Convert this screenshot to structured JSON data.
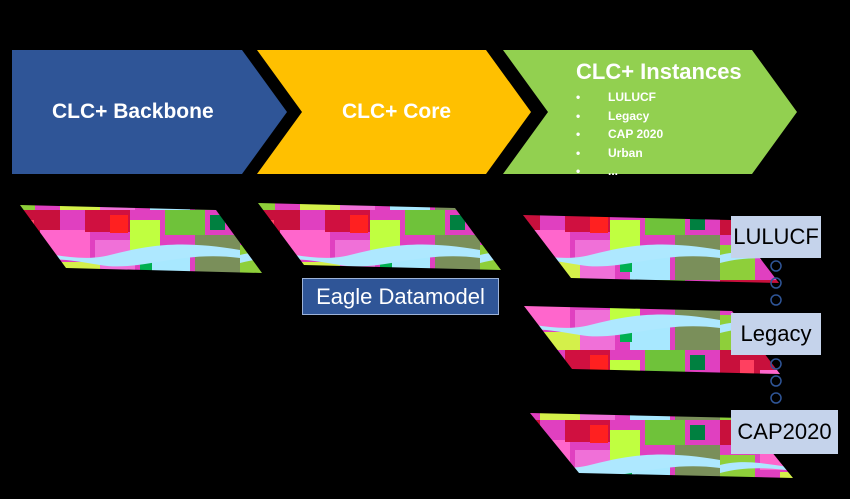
{
  "chevrons": {
    "backbone": {
      "label": "CLC+ Backbone",
      "color": "#2f5597"
    },
    "core": {
      "label": "CLC+ Core",
      "color": "#ffc000"
    },
    "instances": {
      "label": "CLC+ Instances",
      "color": "#92d050",
      "items": [
        "LULUCF",
        "Legacy",
        "CAP 2020",
        "Urban",
        "..."
      ]
    }
  },
  "labels": {
    "eagle": "Eagle Datamodel",
    "lulucf": "LULUCF",
    "legacy": "Legacy",
    "cap2020": "CAP2020"
  }
}
